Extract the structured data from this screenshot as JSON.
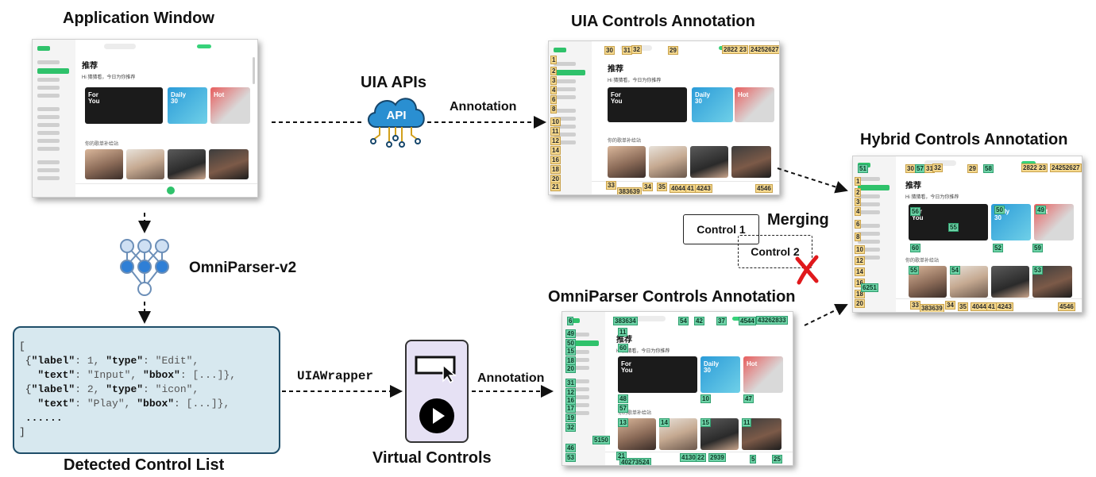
{
  "titles": {
    "app_window": "Application Window",
    "uia_annot": "UIA Controls Annotation",
    "hybrid_annot": "Hybrid Controls Annotation",
    "omni_annot": "OmniParser Controls Annotation",
    "detected_list": "Detected Control List",
    "virtual_controls": "Virtual Controls"
  },
  "labels": {
    "uia_apis": "UIA APIs",
    "api_cloud": "API",
    "annotation_top": "Annotation",
    "annotation_bottom": "Annotation",
    "omniparser": "OmniParser-v2",
    "uiawrapper": "UIAWrapper",
    "merging": "Merging",
    "control1": "Control 1",
    "control2": "Control 2"
  },
  "colors": {
    "box_border": "#1f4e69",
    "box_fill": "#d7e8ef",
    "virtual_fill": "#e6e1f4",
    "cloud": "#2a8fd1",
    "reject_x": "#e0191c",
    "uia_tag": "#f5d98f",
    "omni_tag": "#6fd3a8"
  },
  "json_list": {
    "open": "[",
    "l1a_k1": "\"label\"",
    "l1a_v1": ": 1, ",
    "l1a_k2": "\"type\"",
    "l1a_v2": ": \"Edit\",",
    "l1b_k1": "\"text\"",
    "l1b_v1": ": \"Input\", ",
    "l1b_k2": "\"bbox\"",
    "l1b_v2": ": [...]},",
    "l2a_k1": "\"label\"",
    "l2a_v1": ": 2, ",
    "l2a_k2": "\"type\"",
    "l2a_v2": ": \"icon\",",
    "l2b_k1": "\"text\"",
    "l2b_v1": ": \"Play\", ",
    "l2b_k2": "\"bbox\"",
    "l2b_v2": ": [...]},",
    "ellipsis": "......",
    "close": "]"
  },
  "screenshot": {
    "heading": "推荐",
    "subtext": "Hi 猜猜看，今日为你推荐",
    "section": "你的歌单补给站",
    "card1": "For You",
    "card2": "Daily 30",
    "card3": "Hot"
  },
  "icons": [
    "cloud-api-icon",
    "neural-network-icon",
    "cursor-box-icon",
    "play-icon",
    "reject-x-icon"
  ]
}
